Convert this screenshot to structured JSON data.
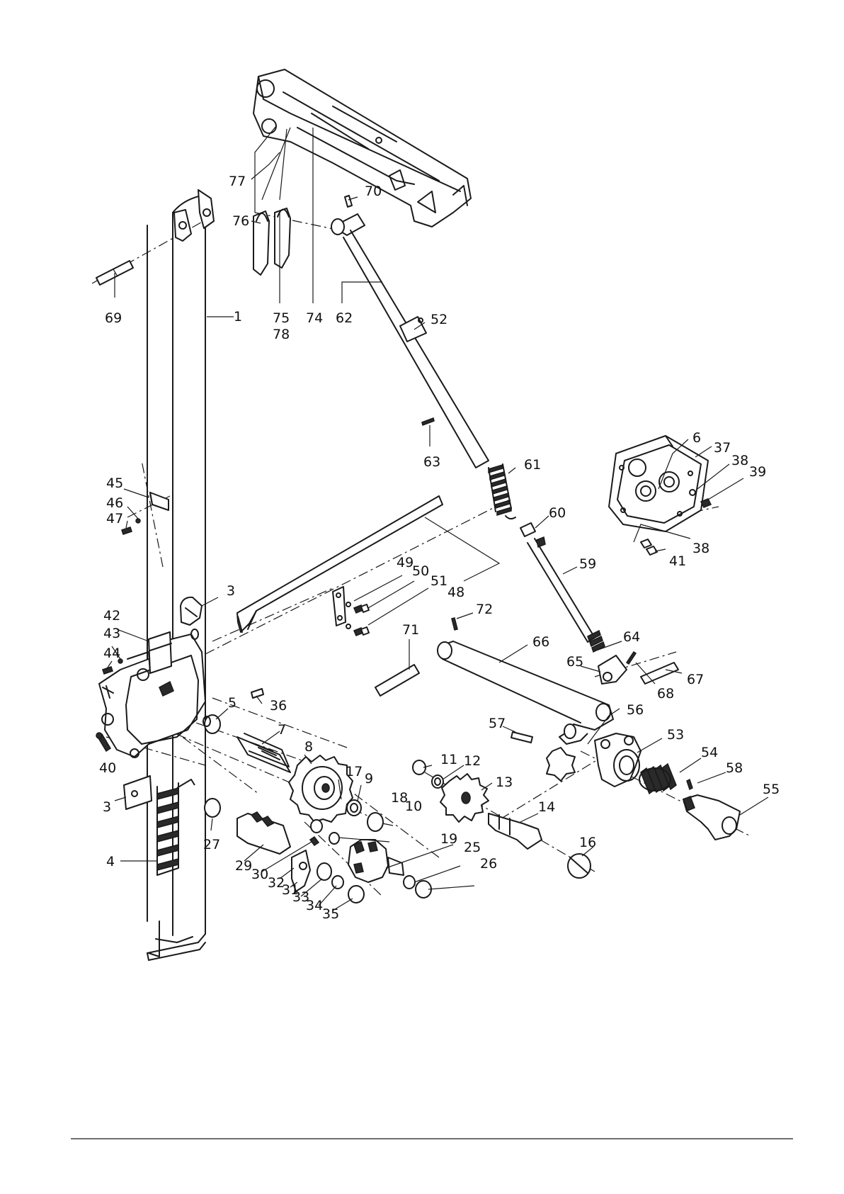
{
  "callouts": [
    {
      "id": "c77",
      "text": "77"
    },
    {
      "id": "c70",
      "text": "70"
    },
    {
      "id": "c76",
      "text": "76"
    },
    {
      "id": "c69",
      "text": "69"
    },
    {
      "id": "c1",
      "text": "1"
    },
    {
      "id": "c75",
      "text": "75"
    },
    {
      "id": "c78",
      "text": "78"
    },
    {
      "id": "c74",
      "text": "74"
    },
    {
      "id": "c62",
      "text": "62"
    },
    {
      "id": "c52",
      "text": "52"
    },
    {
      "id": "c63",
      "text": "63"
    },
    {
      "id": "c61",
      "text": "61"
    },
    {
      "id": "c6",
      "text": "6"
    },
    {
      "id": "c37",
      "text": "37"
    },
    {
      "id": "c38a",
      "text": "38"
    },
    {
      "id": "c39",
      "text": "39"
    },
    {
      "id": "c60",
      "text": "60"
    },
    {
      "id": "c38b",
      "text": "38"
    },
    {
      "id": "c41",
      "text": "41"
    },
    {
      "id": "c45",
      "text": "45"
    },
    {
      "id": "c46",
      "text": "46"
    },
    {
      "id": "c47",
      "text": "47"
    },
    {
      "id": "c59",
      "text": "59"
    },
    {
      "id": "c49",
      "text": "49"
    },
    {
      "id": "c50",
      "text": "50"
    },
    {
      "id": "c51",
      "text": "51"
    },
    {
      "id": "c48",
      "text": "48"
    },
    {
      "id": "c3a",
      "text": "3"
    },
    {
      "id": "c72",
      "text": "72"
    },
    {
      "id": "c42",
      "text": "42"
    },
    {
      "id": "c43",
      "text": "43"
    },
    {
      "id": "c44",
      "text": "44"
    },
    {
      "id": "c71",
      "text": "71"
    },
    {
      "id": "c66",
      "text": "66"
    },
    {
      "id": "c64",
      "text": "64"
    },
    {
      "id": "c65",
      "text": "65"
    },
    {
      "id": "c67",
      "text": "67"
    },
    {
      "id": "c68",
      "text": "68"
    },
    {
      "id": "c36",
      "text": "36"
    },
    {
      "id": "c5",
      "text": "5"
    },
    {
      "id": "c56",
      "text": "56"
    },
    {
      "id": "c7",
      "text": "7"
    },
    {
      "id": "c57",
      "text": "57"
    },
    {
      "id": "c53",
      "text": "53"
    },
    {
      "id": "c8",
      "text": "8"
    },
    {
      "id": "c40",
      "text": "40"
    },
    {
      "id": "c11",
      "text": "11"
    },
    {
      "id": "c54",
      "text": "54"
    },
    {
      "id": "c12",
      "text": "12"
    },
    {
      "id": "c58",
      "text": "58"
    },
    {
      "id": "c17",
      "text": "17"
    },
    {
      "id": "c9",
      "text": "9"
    },
    {
      "id": "c13",
      "text": "13"
    },
    {
      "id": "c55",
      "text": "55"
    },
    {
      "id": "c3b",
      "text": "3"
    },
    {
      "id": "c18",
      "text": "18"
    },
    {
      "id": "c14",
      "text": "14"
    },
    {
      "id": "c10",
      "text": "10"
    },
    {
      "id": "c27",
      "text": "27"
    },
    {
      "id": "c16",
      "text": "16"
    },
    {
      "id": "c19",
      "text": "19"
    },
    {
      "id": "c4",
      "text": "4"
    },
    {
      "id": "c25",
      "text": "25"
    },
    {
      "id": "c29",
      "text": "29"
    },
    {
      "id": "c26",
      "text": "26"
    },
    {
      "id": "c30",
      "text": "30"
    },
    {
      "id": "c32",
      "text": "32"
    },
    {
      "id": "c31",
      "text": "31"
    },
    {
      "id": "c33",
      "text": "33"
    },
    {
      "id": "c34",
      "text": "34"
    },
    {
      "id": "c35",
      "text": "35"
    }
  ]
}
